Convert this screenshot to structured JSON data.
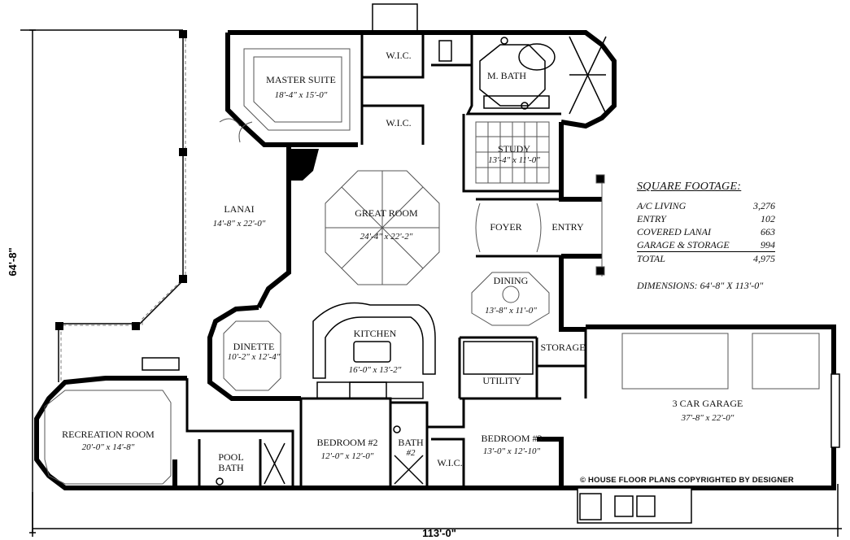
{
  "rooms": {
    "master_suite": {
      "name": "MASTER SUITE",
      "dim": "18'-4\" x 15'-0\""
    },
    "wic_top": {
      "name": "W.I.C."
    },
    "wic_mid": {
      "name": "W.I.C."
    },
    "m_bath": {
      "name": "M. BATH"
    },
    "study": {
      "name": "STUDY",
      "dim": "13'-4\" x 11'-0\""
    },
    "lanai": {
      "name": "LANAI",
      "dim": "14'-8\" x 22'-0\""
    },
    "great_room": {
      "name": "GREAT ROOM",
      "dim": "24'-4\" x 22'-2\""
    },
    "foyer": {
      "name": "FOYER"
    },
    "entry": {
      "name": "ENTRY"
    },
    "dining": {
      "name": "DINING",
      "dim": "13'-8\" x 11'-0\""
    },
    "dinette": {
      "name": "DINETTE",
      "dim": "10'-2\" x 12'-4\""
    },
    "kitchen": {
      "name": "KITCHEN",
      "dim": "16'-0\" x 13'-2\""
    },
    "storage": {
      "name": "STORAGE"
    },
    "utility": {
      "name": "UTILITY"
    },
    "garage": {
      "name": "3 CAR GARAGE",
      "dim": "37'-8\" x 22'-0\""
    },
    "recreation": {
      "name": "RECREATION ROOM",
      "dim": "20'-0\" x 14'-8\""
    },
    "pool_bath_1": {
      "name": "POOL"
    },
    "pool_bath_2": {
      "name": "BATH"
    },
    "bedroom2": {
      "name": "BEDROOM #2",
      "dim": "12'-0\" x 12'-0\""
    },
    "bath2_1": {
      "name": "BATH"
    },
    "bath2_2": {
      "name": "#2"
    },
    "bedroom3": {
      "name": "BEDROOM #3",
      "dim": "13'-0\" x 12'-10\""
    },
    "wic_bottom": {
      "name": "W.I.C."
    }
  },
  "square_footage": {
    "title": "SQUARE FOOTAGE:",
    "rows": [
      {
        "label": "A/C LIVING",
        "value": "3,276"
      },
      {
        "label": "ENTRY",
        "value": "102"
      },
      {
        "label": "COVERED LANAI",
        "value": "663"
      },
      {
        "label": "GARAGE & STORAGE",
        "value": "994"
      },
      {
        "label": "TOTAL",
        "value": "4,975"
      }
    ],
    "dimensions": "DIMENSIONS:  64'-8\" X 113'-0\""
  },
  "overall": {
    "width": "113'-0\"",
    "depth": "64'-8\""
  },
  "copyright": "© HOUSE FLOOR PLANS COPYRIGHTED BY DESIGNER"
}
